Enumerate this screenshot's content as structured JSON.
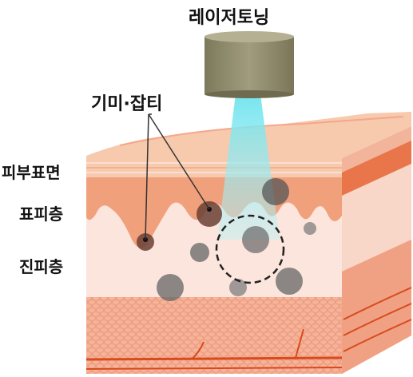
{
  "title": "레이저토닝",
  "labels": {
    "spots": "기미·잡티",
    "surface": "피부표면",
    "epidermis": "표피층",
    "dermis": "진피층"
  },
  "colors": {
    "surface": "#f7c9ad",
    "surface_stripes": "#f4a78a",
    "epidermis": "#f1a07c",
    "epidermis_dark": "#e86a3c",
    "dermis": "#fbe5dc",
    "subcutis": "#f4b39a",
    "vessel": "#d94a1c",
    "laser_head": "#8f8a6c",
    "laser_beam": "#7fe6f0",
    "pigment": "#555555"
  }
}
